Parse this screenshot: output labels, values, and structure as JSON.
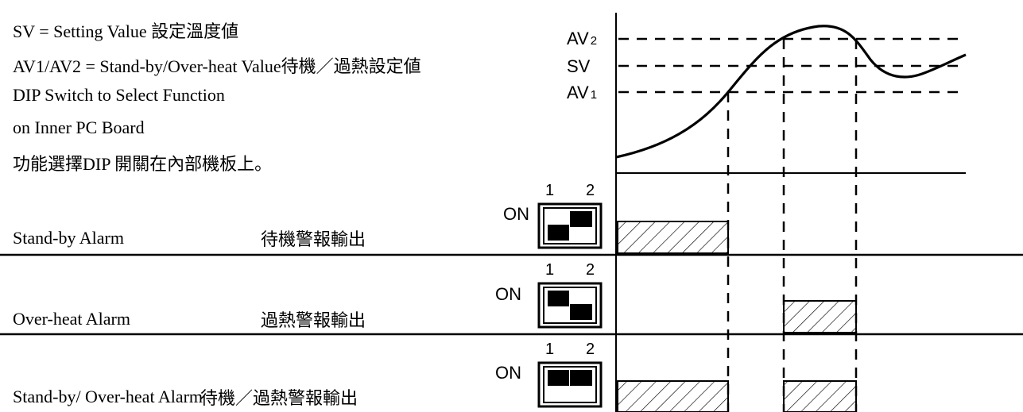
{
  "legend": {
    "line1": "SV = Setting Value 設定溫度値",
    "line2": "AV1/AV2 = Stand-by/Over-heat Value待機／過熱設定値",
    "line3": "DIP Switch to Select Function",
    "line4": "on Inner PC Board",
    "line5": "功能選擇DIP 開關在內部機板上。"
  },
  "axis_labels": {
    "av2_main": "AV",
    "av2_sub": "2",
    "sv": "SV",
    "av1_main": "AV",
    "av1_sub": "1"
  },
  "rows": [
    {
      "name_en": "Stand-by Alarm",
      "name_zh": "待機警報輸出",
      "switch": {
        "on_label": "ON",
        "pin1": "1",
        "pin2": "2"
      }
    },
    {
      "name_en": "Over-heat Alarm",
      "name_zh": "過熱警報輸出",
      "switch": {
        "on_label": "ON",
        "pin1": "1",
        "pin2": "2"
      }
    },
    {
      "name_en": "Stand-by/ Over-heat Alarm",
      "name_zh": "待機／過熱警報輸出",
      "switch": {
        "on_label": "ON",
        "pin1": "1",
        "pin2": "2"
      }
    }
  ]
}
